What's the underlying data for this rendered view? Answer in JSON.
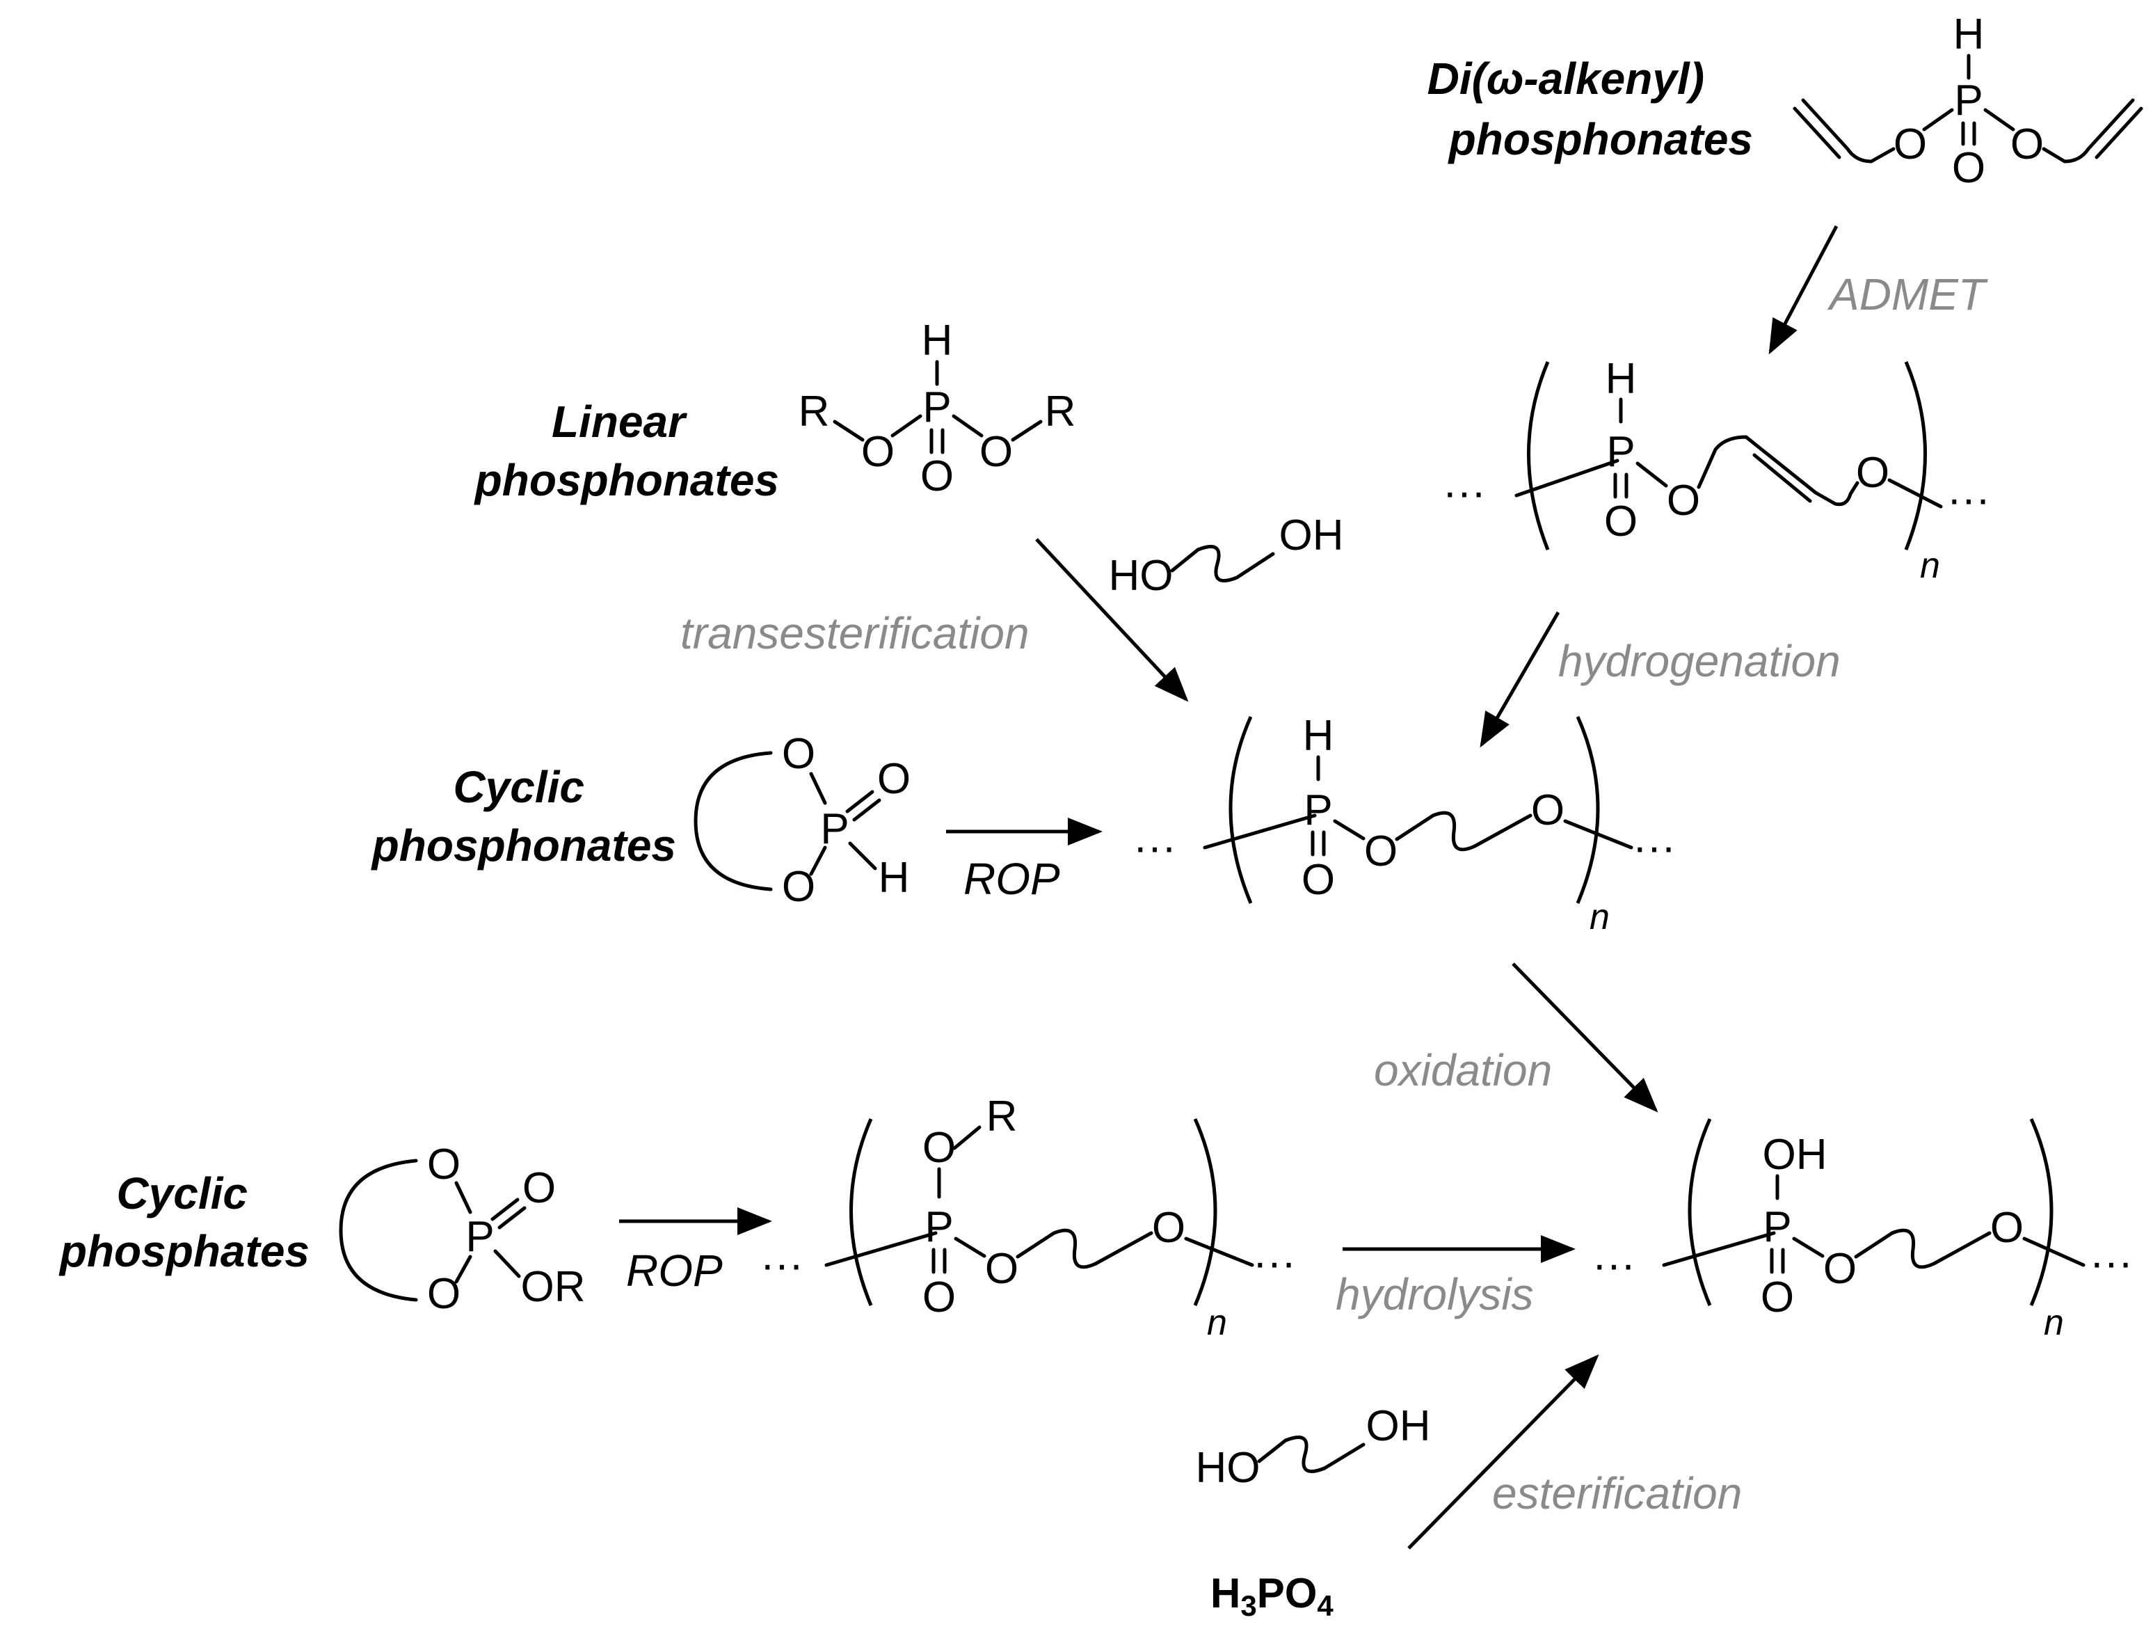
{
  "labels": {
    "dialkenyl_line1": "Di(ω-alkenyl)",
    "dialkenyl_line2": "phosphonates",
    "linear_line1": "Linear",
    "linear_line2": "phosphonates",
    "cyclic_phosphonates_line1": "Cyclic",
    "cyclic_phosphonates_line2": "phosphonates",
    "cyclic_phosphates_line1": "Cyclic",
    "cyclic_phosphates_line2": "phosphates"
  },
  "reactions": {
    "admet": "ADMET",
    "transesterification": "transesterification",
    "hydrogenation": "hydrogenation",
    "rop_phosphonates": "ROP",
    "oxidation": "oxidation",
    "rop_phosphates": "ROP",
    "hydrolysis": "hydrolysis",
    "esterification": "esterification"
  },
  "atoms": {
    "P": "P",
    "O": "O",
    "H": "H",
    "R": "R",
    "OR": "OR",
    "OH": "OH",
    "HO": "HO",
    "n": "n",
    "dots": "···"
  },
  "reagents": {
    "h3po4_h": "H",
    "h3po4_3": "3",
    "h3po4_po": "PO",
    "h3po4_4": "4"
  }
}
